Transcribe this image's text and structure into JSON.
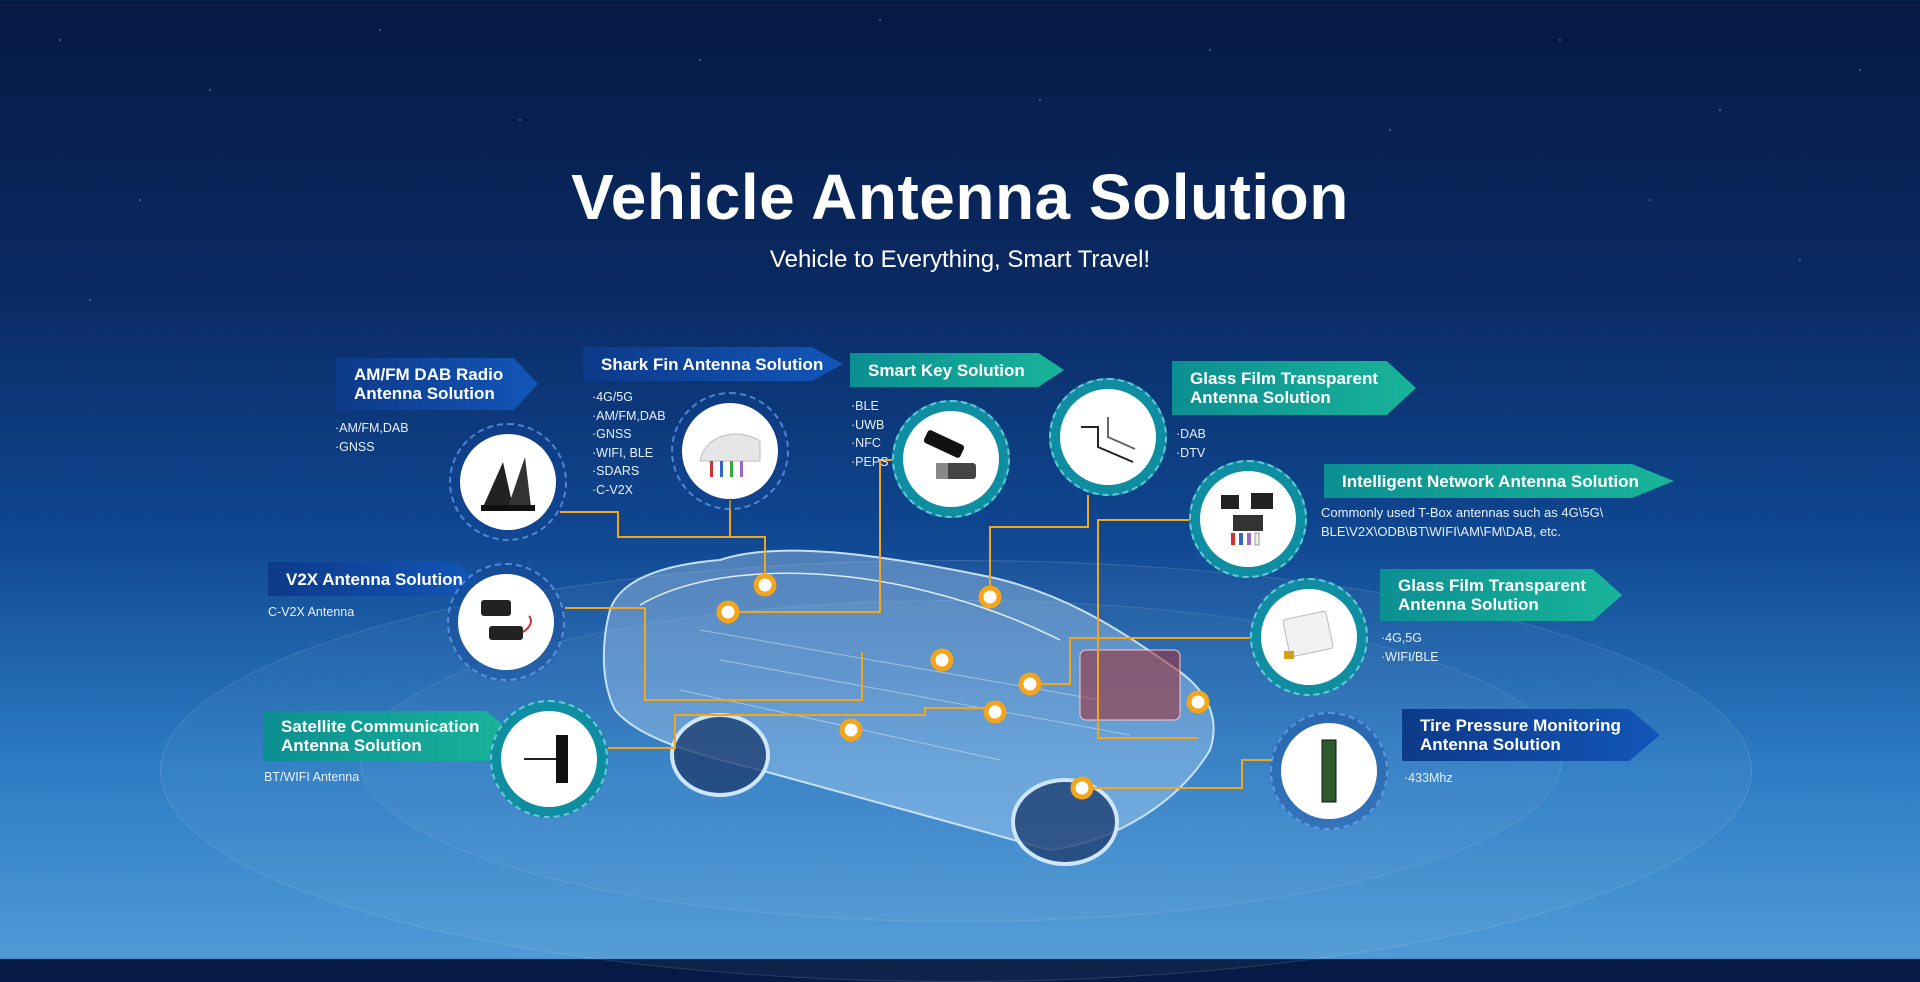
{
  "header": {
    "title": "Vehicle Antenna Solution",
    "subtitle": "Vehicle to Everything, Smart Travel!"
  },
  "solutions": {
    "amfm": {
      "label_line1": "AM/FM DAB Radio",
      "label_line2": "Antenna Solution",
      "items": [
        "·AM/FM,DAB",
        "·GNSS"
      ]
    },
    "shark": {
      "label": "Shark Fin Antenna Solution",
      "items": [
        "·4G/5G",
        "·AM/FM,DAB",
        "·GNSS",
        "·WIFI, BLE",
        "·SDARS",
        "·C-V2X"
      ]
    },
    "smartkey": {
      "label": "Smart Key Solution",
      "items": [
        "·BLE",
        "·UWB",
        "·NFC",
        "·PEPS"
      ]
    },
    "glass1": {
      "label_line1": "Glass Film Transparent",
      "label_line2": "Antenna Solution",
      "items": [
        "·DAB",
        "·DTV"
      ]
    },
    "intelligent": {
      "label": "Intelligent Network Antenna Solution",
      "note_line1": "Commonly used T-Box antennas such as 4G\\5G\\",
      "note_line2": "BLE\\V2X\\ODB\\BT\\WIFI\\AM\\FM\\DAB, etc."
    },
    "v2x": {
      "label": "V2X Antenna Solution",
      "items": [
        "C-V2X Antenna"
      ]
    },
    "glass2": {
      "label_line1": "Glass Film Transparent",
      "label_line2": "Antenna Solution",
      "items": [
        "·4G,5G",
        "·WIFI/BLE"
      ]
    },
    "satellite": {
      "label_line1": "Satellite Communication",
      "label_line2": "Antenna Solution",
      "items": [
        "BT/WIFI Antenna"
      ]
    },
    "tire": {
      "label_line1": "Tire Pressure Monitoring",
      "label_line2": "Antenna Solution",
      "items": [
        "·433Mhz"
      ]
    }
  },
  "colors": {
    "line": "#f3a51b",
    "banner_blue": "#1256b8",
    "banner_green": "#19b49a"
  }
}
